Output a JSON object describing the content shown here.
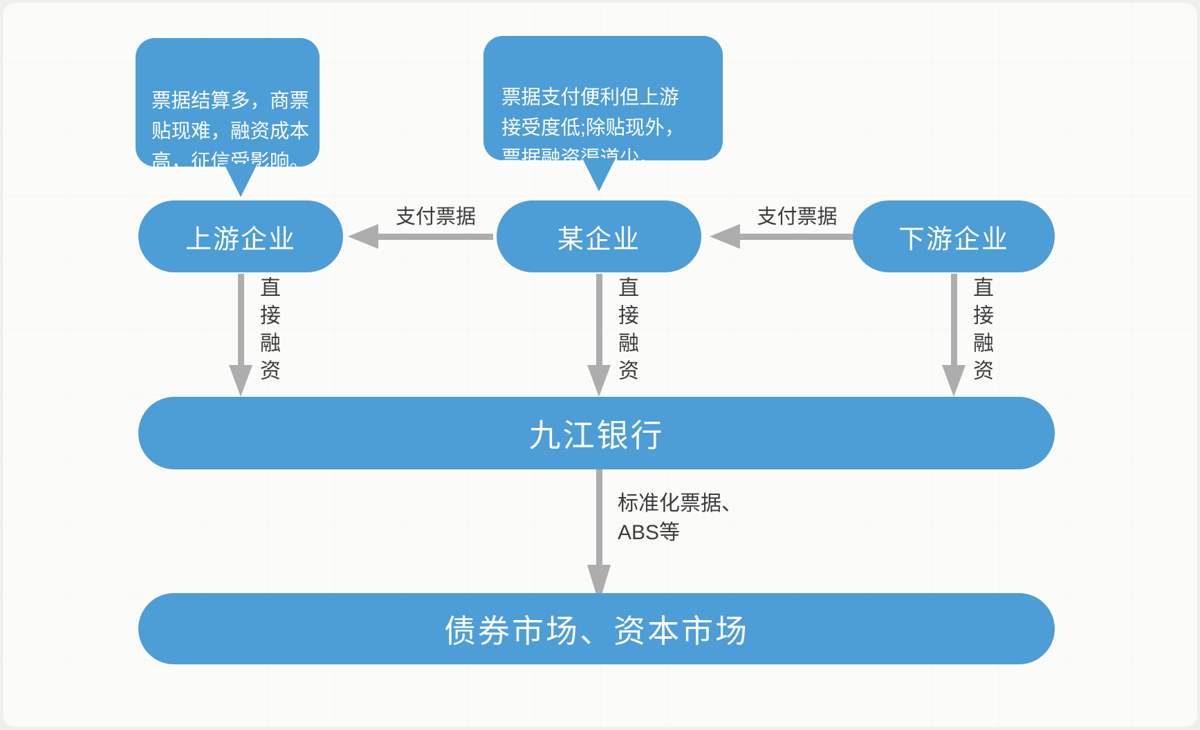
{
  "colors": {
    "node_blue": "#4d9dd7",
    "arrow_gray": "#adadad",
    "label_text": "#3b3b3b",
    "node_text": "#ffffff",
    "panel_bg": "#fbfbf9"
  },
  "bubbles": {
    "upstream_note": "票据结算多，商票\n贴现难，融资成本\n高，征信受影响。",
    "company_note": "票据支付便利但上游\n接受度低;除贴现外，\n票据融资渠道少。"
  },
  "nodes": {
    "upstream": "上游企业",
    "company": "某企业",
    "downstream": "下游企业",
    "bank": "九江银行",
    "market": "债券市场、资本市场"
  },
  "edges": {
    "pay_bill_left": "支付票据",
    "pay_bill_right": "支付票据",
    "direct_financing_1": "直接融资",
    "direct_financing_2": "直接融资",
    "direct_financing_3": "直接融资",
    "bank_to_market": "标准化票据、\nABS等"
  }
}
